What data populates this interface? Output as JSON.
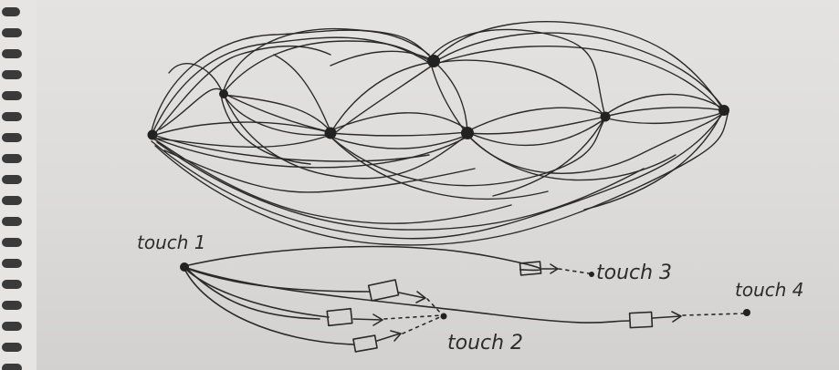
{
  "sketch": {
    "labels": {
      "touch_1": "touch 1",
      "touch_2": "touch 2",
      "touch_3": "touch 3",
      "touch_4": "touch 4"
    },
    "colors": {
      "paper": "#e1e0de",
      "ink": "#2a2a2a",
      "spiral": "#3a3a3a"
    },
    "icons": {
      "binding": "spiral-binding-icon",
      "node": "ink-dot-icon",
      "item": "rectangle-box-icon",
      "arrow": "arrow-right-icon"
    }
  }
}
